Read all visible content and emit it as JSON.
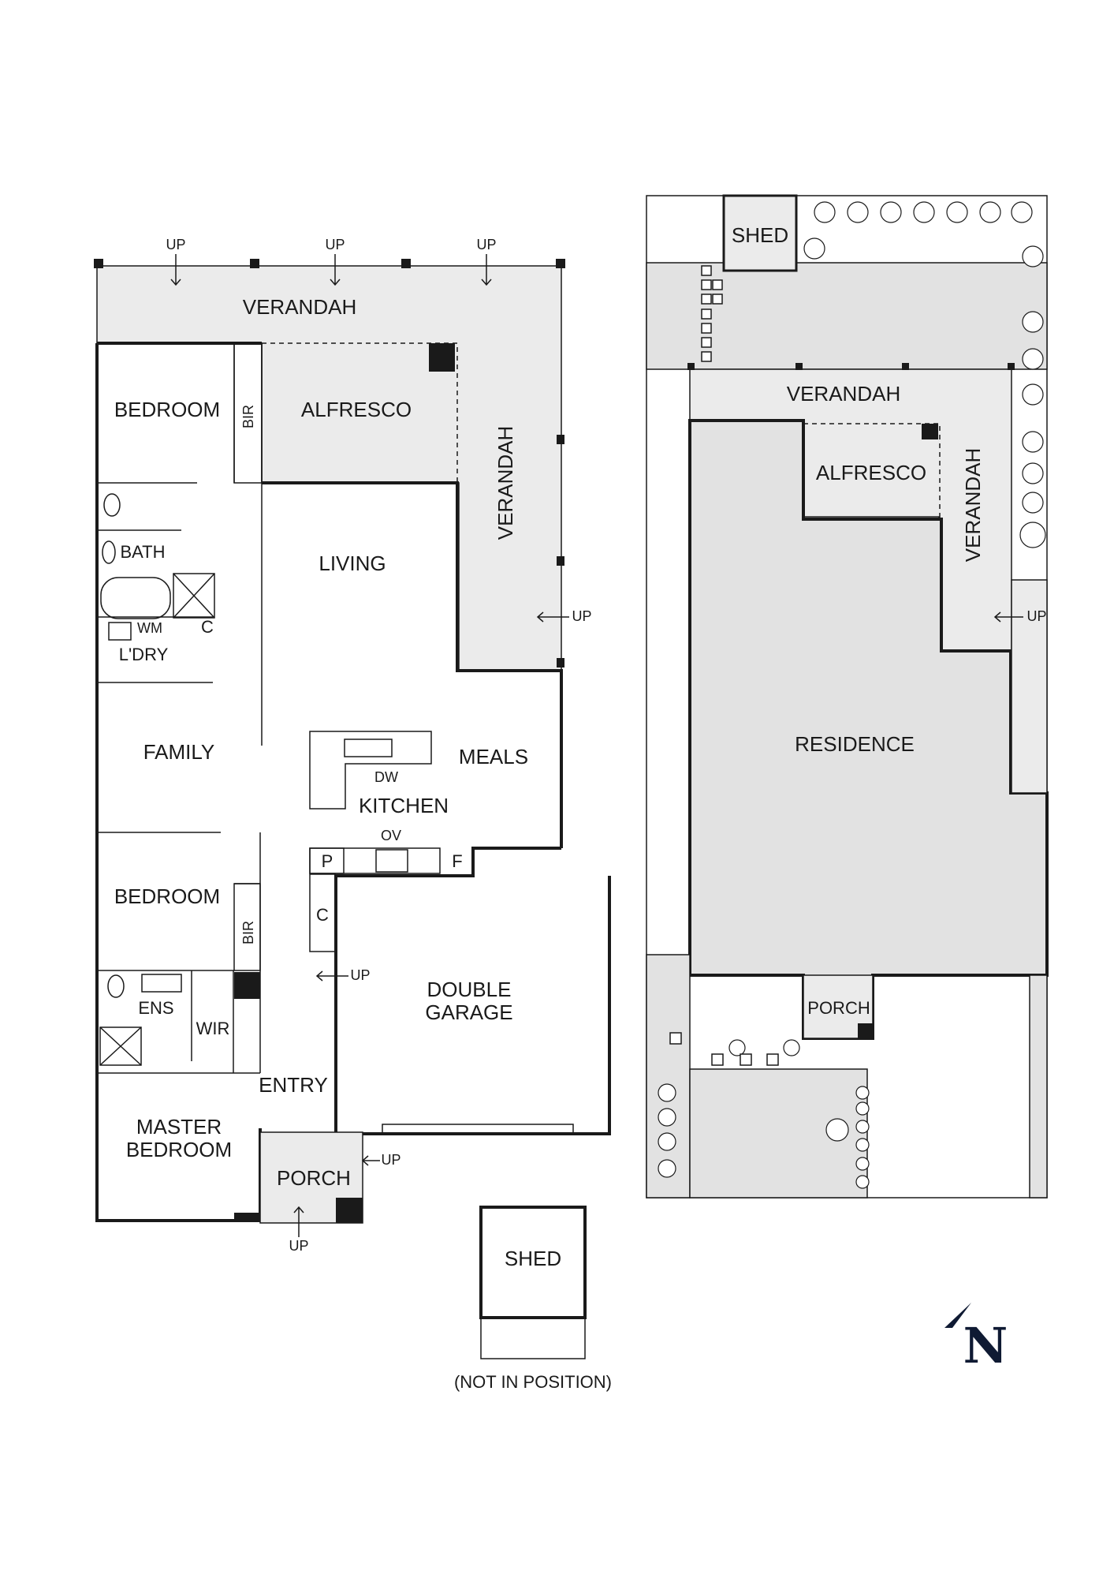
{
  "floor_plan": {
    "verandah_top": "VERANDAH",
    "verandah_side": "VERANDAH",
    "bedroom_1": "BEDROOM",
    "bir_1": "BIR",
    "alfresco": "ALFRESCO",
    "bath": "BATH",
    "wm": "WM",
    "c_laundry": "C",
    "laundry": "L'DRY",
    "living": "LIVING",
    "family": "FAMILY",
    "meals": "MEALS",
    "dw": "DW",
    "kitchen": "KITCHEN",
    "ov": "OV",
    "p": "P",
    "f": "F",
    "c_kitchen": "C",
    "bedroom_2": "BEDROOM",
    "bir_2": "BIR",
    "ens": "ENS",
    "wir": "WIR",
    "entry": "ENTRY",
    "master_bedroom": [
      "MASTER",
      "BEDROOM"
    ],
    "double_garage": [
      "DOUBLE",
      "GARAGE"
    ],
    "porch": "PORCH",
    "up": "UP",
    "shed": "SHED",
    "shed_note": "(NOT IN POSITION)"
  },
  "site_plan": {
    "shed": "SHED",
    "verandah_top": "VERANDAH",
    "alfresco": "ALFRESCO",
    "verandah_side": "VERANDAH",
    "up": "UP",
    "residence": "RESIDENCE",
    "porch": "PORCH"
  },
  "compass": {
    "letter": "N"
  }
}
